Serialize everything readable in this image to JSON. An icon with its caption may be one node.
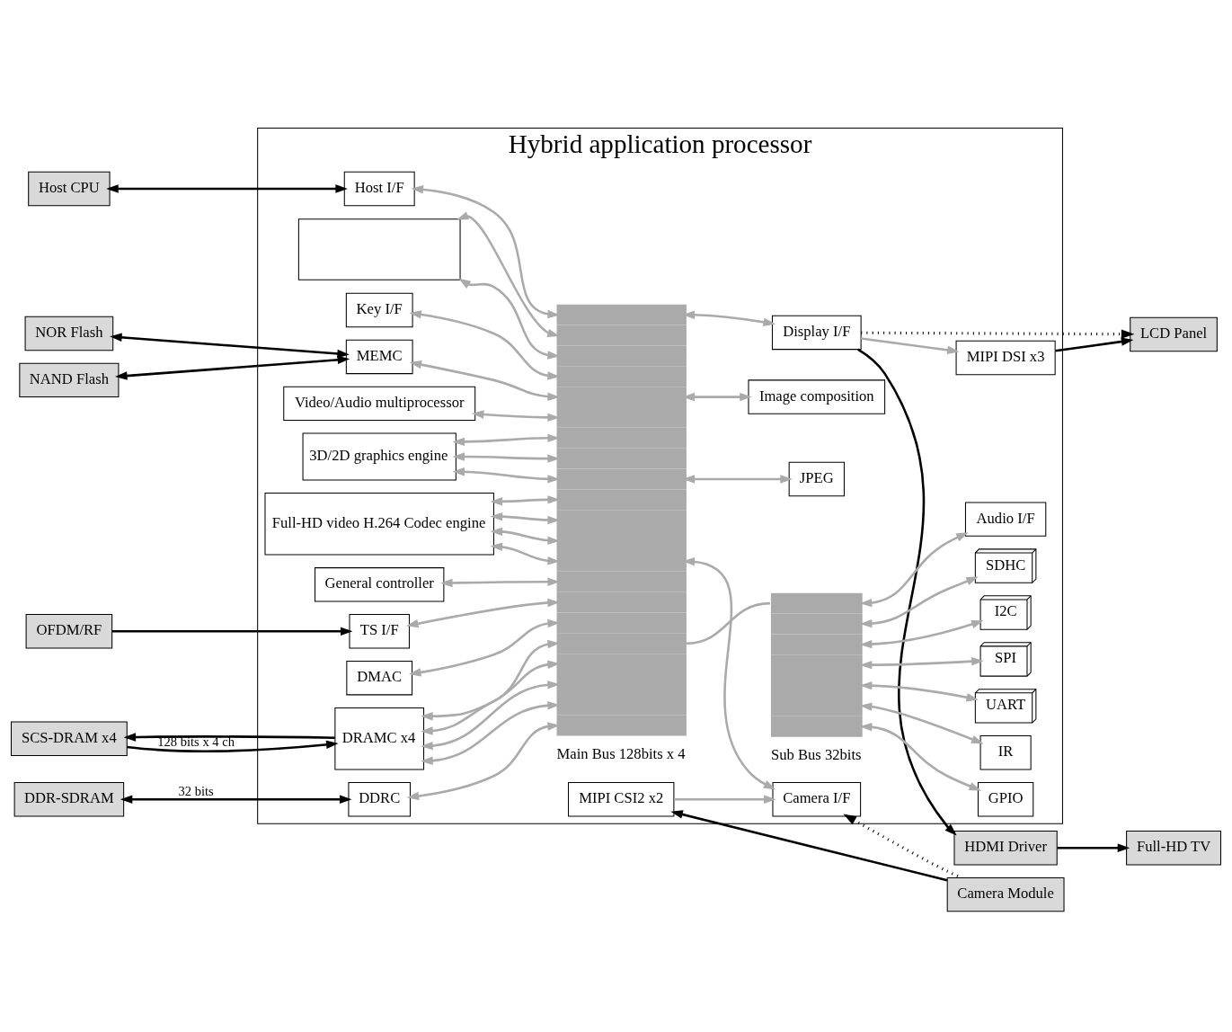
{
  "diagram": {
    "nodes": [
      {
        "text": [
          "Hybrid application processor"
        ]
      },
      {
        "text": [
          "Host CPU"
        ]
      },
      {
        "text": [
          "NOR Flash"
        ]
      },
      {
        "text": [
          "NAND Flash"
        ]
      },
      {
        "text": [
          "Host I/F"
        ],
        "in": 0
      },
      {
        "text": [],
        "shape": "box",
        "in": 0
      },
      {
        "text": [
          "Key I/F"
        ],
        "in": 0
      },
      {
        "text": [
          "MEMC"
        ],
        "in": 0
      },
      {
        "text": [
          "Video/Audio multiprocessor"
        ],
        "in": 0
      },
      {
        "text": [
          "3D/2D graphics engine"
        ],
        "in": 0
      },
      {
        "text": [
          "Full-HD video H.264 Codec engine"
        ],
        "in": 0
      },
      {
        "text": [
          "General controller"
        ],
        "in": 0
      },
      {
        "text": [
          "TS I/F"
        ],
        "in": 0
      },
      {
        "text": [
          "DMAC"
        ],
        "in": 0
      },
      {
        "text": [
          "DRAMC x4"
        ],
        "in": 0
      },
      {
        "text": [
          "DDRC"
        ],
        "in": 0
      },
      {
        "text": [
          "Main Bus 128bits x 4"
        ],
        "in": 0
      },
      {
        "text": [
          "Display I/F"
        ],
        "in": 0
      },
      {
        "text": [
          "MIPI DSI x3"
        ],
        "in": 0
      },
      {
        "text": [
          "Image composition"
        ],
        "in": 0
      },
      {
        "text": [
          "JPEG"
        ],
        "in": 0
      },
      {
        "text": [
          "Camera I/F"
        ],
        "in": 0
      },
      {
        "text": [
          "MIPI CSI2 x2"
        ],
        "in": 0
      },
      {
        "text": [
          "Sub Bus 32bits"
        ],
        "in": 0
      },
      {
        "text": [
          "Audio I/F"
        ],
        "in": 0
      },
      {
        "text": [
          "SDHC"
        ],
        "in": 0
      },
      {
        "text": [
          "I2C"
        ],
        "in": 0
      },
      {
        "text": [
          "SPI"
        ],
        "in": 0
      },
      {
        "text": [
          "UART"
        ],
        "in": 0
      },
      {
        "text": [
          "IR"
        ],
        "in": 0
      },
      {
        "text": [
          "GPIO"
        ],
        "in": 0
      },
      {
        "text": [
          "HDMI Driver"
        ]
      },
      {
        "text": [
          "Full-HD TV"
        ]
      },
      {
        "text": [
          "LCD Panel"
        ]
      },
      {
        "text": [
          "Camera Module"
        ]
      },
      {
        "text": [
          "OFDM/RF"
        ]
      },
      {
        "text": [
          "SCS-DRAM x4"
        ]
      },
      {
        "text": [
          "DDR-SDRAM"
        ]
      }
    ],
    "edges": [
      {
        "from": 1,
        "to": 4,
        "arrow": "both",
        "color": "#000000"
      },
      {
        "from": 2,
        "to": 7,
        "arrow": "both",
        "color": "#000000"
      },
      {
        "from": 3,
        "to": 7,
        "arrow": "both",
        "color": "#000000"
      },
      {
        "from": 35,
        "to": 12,
        "arrow": "to",
        "color": "#000000"
      },
      {
        "from": 36,
        "to": 14,
        "arrow": "to",
        "label": "128 bits x 4 ch",
        "color": "#000000"
      },
      {
        "from": 14,
        "to": 36,
        "arrow": "to",
        "color": "#000000"
      },
      {
        "from": 37,
        "to": 15,
        "arrow": "both",
        "label": "32 bits",
        "color": "#000000"
      },
      {
        "from": 4,
        "to": 16,
        "arrow": "both"
      },
      {
        "from": 5,
        "to": 16,
        "arrow": "both"
      },
      {
        "from": 5,
        "to": 16,
        "arrow": "both"
      },
      {
        "from": 6,
        "to": 16,
        "arrow": "both"
      },
      {
        "from": 7,
        "to": 16,
        "arrow": "both"
      },
      {
        "from": 8,
        "to": 16,
        "arrow": "both"
      },
      {
        "from": 9,
        "to": 16,
        "arrow": "both"
      },
      {
        "from": 9,
        "to": 16,
        "arrow": "both"
      },
      {
        "from": 9,
        "to": 16,
        "arrow": "both"
      },
      {
        "from": 10,
        "to": 16,
        "arrow": "both"
      },
      {
        "from": 10,
        "to": 16,
        "arrow": "both"
      },
      {
        "from": 10,
        "to": 16,
        "arrow": "both"
      },
      {
        "from": 10,
        "to": 16,
        "arrow": "both"
      },
      {
        "from": 11,
        "to": 16,
        "arrow": "both"
      },
      {
        "from": 12,
        "to": 16,
        "arrow": "both"
      },
      {
        "from": 13,
        "to": 16,
        "arrow": "both"
      },
      {
        "from": 14,
        "to": 16,
        "arrow": "both"
      },
      {
        "from": 14,
        "to": 16,
        "arrow": "both"
      },
      {
        "from": 14,
        "to": 16,
        "arrow": "both"
      },
      {
        "from": 14,
        "to": 16,
        "arrow": "both"
      },
      {
        "from": 15,
        "to": 16,
        "arrow": "both"
      },
      {
        "from": 16,
        "to": 17,
        "arrow": "both"
      },
      {
        "from": 16,
        "to": 19,
        "arrow": "both"
      },
      {
        "from": 16,
        "to": 20,
        "arrow": "both"
      },
      {
        "from": 16,
        "to": 21,
        "arrow": "both"
      },
      {
        "from": 16,
        "to": 23,
        "arrow": "none"
      },
      {
        "from": 17,
        "to": 18,
        "arrow": "to"
      },
      {
        "from": 22,
        "to": 21,
        "arrow": "to"
      },
      {
        "from": 23,
        "to": 24,
        "arrow": "both"
      },
      {
        "from": 23,
        "to": 25,
        "arrow": "both"
      },
      {
        "from": 23,
        "to": 26,
        "arrow": "both"
      },
      {
        "from": 23,
        "to": 27,
        "arrow": "both"
      },
      {
        "from": 23,
        "to": 28,
        "arrow": "both"
      },
      {
        "from": 23,
        "to": 29,
        "arrow": "both"
      },
      {
        "from": 23,
        "to": 30,
        "arrow": "both"
      },
      {
        "from": 17,
        "to": 31,
        "arrow": "to",
        "color": "#000000"
      },
      {
        "from": 31,
        "to": 32,
        "arrow": "to",
        "color": "#000000"
      },
      {
        "from": 17,
        "to": 33,
        "arrow": "to",
        "style": "dashed",
        "color": "#000000"
      },
      {
        "from": 18,
        "to": 33,
        "arrow": "to",
        "color": "#000000"
      },
      {
        "from": 34,
        "to": 21,
        "arrow": "to",
        "style": "dashed",
        "color": "#000000"
      },
      {
        "from": 34,
        "to": 22,
        "arrow": "to",
        "color": "#000000"
      }
    ]
  }
}
